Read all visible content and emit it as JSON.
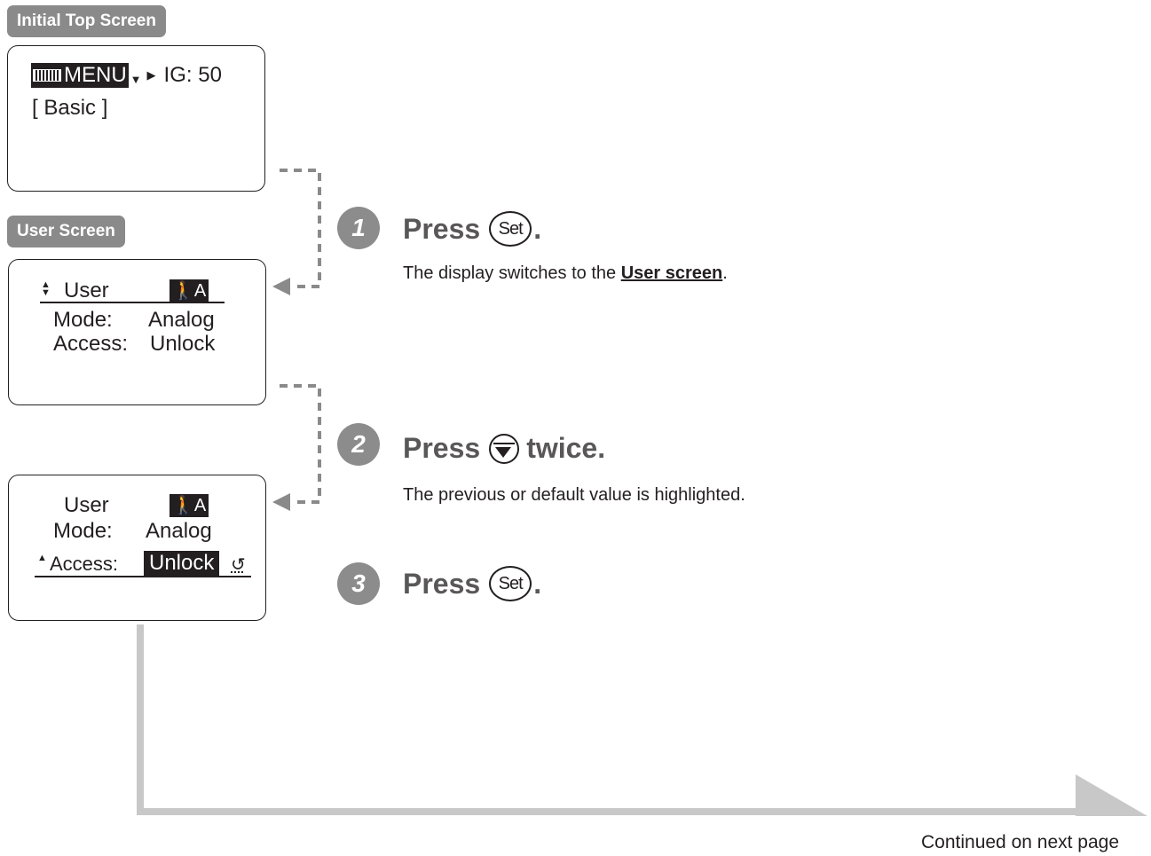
{
  "labels": {
    "initial_top": "Initial Top Screen",
    "user_screen": "User Screen"
  },
  "screen1": {
    "menu_label": "MENU",
    "ig": "IG: 50",
    "basic": "[ Basic ]"
  },
  "screen2": {
    "title": "User",
    "mode_label": "Mode:",
    "mode_value": "Analog",
    "access_label": "Access:",
    "access_value": "Unlock",
    "icon_text": "A"
  },
  "screen3": {
    "title": "User",
    "mode_label": "Mode:",
    "mode_value": "Analog",
    "access_label": "Access:",
    "access_value": "Unlock",
    "icon_text": "A"
  },
  "steps": [
    {
      "num": "1",
      "title_pre": "Press",
      "button": "Set",
      "title_post": ".",
      "desc_pre": "The display switches to the ",
      "desc_link": "User screen",
      "desc_post": "."
    },
    {
      "num": "2",
      "title_pre": "Press",
      "title_post": "twice.",
      "desc": "The previous or default value is highlighted."
    },
    {
      "num": "3",
      "title_pre": "Press",
      "button": "Set",
      "title_post": "."
    }
  ],
  "footer": {
    "continued": "Continued on next page"
  },
  "colors": {
    "tag_bg": "#8a8a8a",
    "step_circle": "#8c8c8c",
    "arrow_gray": "#c8c8c8",
    "dash_gray": "#8a8a8a"
  }
}
